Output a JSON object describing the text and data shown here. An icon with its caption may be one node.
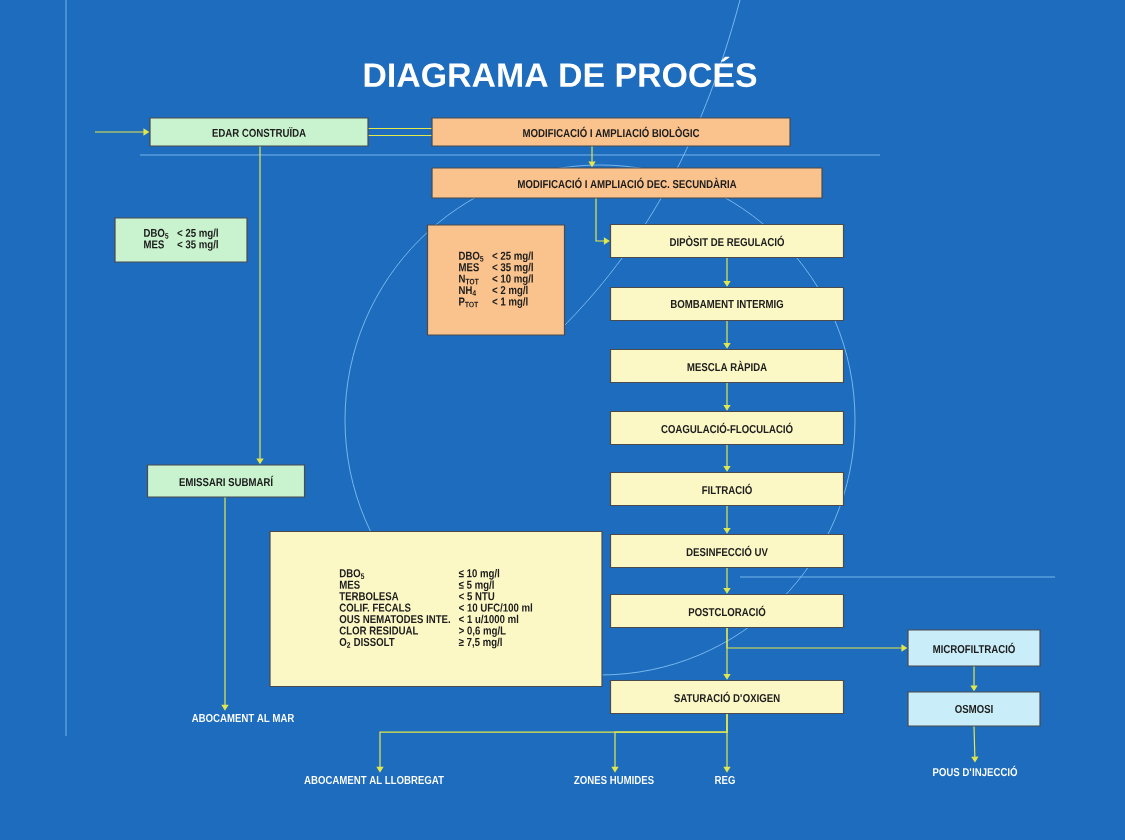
{
  "diagram": {
    "title": "DIAGRAMA DE PROCÉS",
    "nodes": [
      {
        "text": [
          "EDAR CONSTRUÏDA"
        ]
      },
      {
        "text": [
          "MODIFICACIÓ I AMPLIACIÓ BIOLÒGIC"
        ]
      },
      {
        "text": [
          "MODIFICACIÓ I AMPLIACIÓ DEC. SECUNDÀRIA"
        ]
      },
      {
        "text": [
          "DIPÒSIT DE REGULACIÓ"
        ]
      },
      {
        "text": [
          "BOMBAMENT INTERMIG"
        ]
      },
      {
        "text": [
          "MESCLA RÀPIDA"
        ]
      },
      {
        "text": [
          "COAGULACIÓ-FLOCULACIÓ"
        ]
      },
      {
        "text": [
          "FILTRACIÓ"
        ]
      },
      {
        "text": [
          "DESINFECCIÓ UV"
        ]
      },
      {
        "text": [
          "POSTCLORACIÓ"
        ]
      },
      {
        "text": [
          "SATURACIÓ D'OXIGEN"
        ]
      },
      {
        "text": [
          "MICROFILTRACIÓ"
        ]
      },
      {
        "text": [
          "OSMOSI"
        ]
      },
      {
        "text": [
          "EMISSARI SUBMARÍ"
        ]
      },
      {
        "text": [
          "DBO$_{5}$",
          "< 25 mg/l",
          "MES",
          "< 35 mg/l"
        ]
      },
      {
        "text": [
          "DBO$_{5}$",
          "< 25 mg/l",
          "MES",
          "< 35 mg/l",
          "N$_{TOT}$",
          "< 10 mg/l",
          "NH$_{4}$",
          "<  2 mg/l",
          "P$_{TOT}$",
          "<  1 mg/l"
        ]
      },
      {
        "text": [
          "DBO$_{5}$",
          "≤ 10 mg/l",
          "MES",
          "≤ 5 mg/l",
          "TERBOLESA",
          "< 5 NTU",
          "COLIF. FECALS",
          "< 10 UFC/100 ml",
          "OUS NEMATODES INTE.",
          "< 1 u/1000 ml",
          "CLOR RESIDUAL",
          "> 0,6 mg/L",
          "O$_{2}$ DISSOLT",
          "≥ 7,5 mg/l"
        ]
      },
      {
        "text": [
          "ABOCAMENT AL MAR"
        ]
      },
      {
        "text": [
          "ABOCAMENT AL LLOBREGAT"
        ]
      },
      {
        "text": [
          "ZONES HUMIDES"
        ]
      },
      {
        "text": [
          "REG"
        ]
      },
      {
        "text": [
          "POUS D'INJECCIÓ"
        ]
      }
    ],
    "edges": [
      {
        "from": null,
        "to": 0,
        "arrow": "to"
      },
      {
        "from": 0,
        "to": 1,
        "arrow": "none"
      },
      {
        "from": 0,
        "to": 1,
        "arrow": "none"
      },
      {
        "from": 1,
        "to": 2,
        "arrow": "to"
      },
      {
        "from": 2,
        "to": 3,
        "arrow": "to"
      },
      {
        "from": 3,
        "to": 4,
        "arrow": "to"
      },
      {
        "from": 4,
        "to": 5,
        "arrow": "to"
      },
      {
        "from": 5,
        "to": 6,
        "arrow": "to"
      },
      {
        "from": 6,
        "to": 7,
        "arrow": "to"
      },
      {
        "from": 7,
        "to": 8,
        "arrow": "to"
      },
      {
        "from": 8,
        "to": 9,
        "arrow": "to"
      },
      {
        "from": 9,
        "to": 10,
        "arrow": "to"
      },
      {
        "from": 9,
        "to": 11,
        "arrow": "to"
      },
      {
        "from": 11,
        "to": 12,
        "arrow": "to"
      },
      {
        "from": 12,
        "to": 21,
        "arrow": "to"
      },
      {
        "from": 0,
        "to": 13,
        "arrow": "to"
      },
      {
        "from": 13,
        "to": 17,
        "arrow": "to"
      },
      {
        "from": 10,
        "to": 18,
        "arrow": "to"
      },
      {
        "from": 10,
        "to": 19,
        "arrow": "to"
      },
      {
        "from": 10,
        "to": 20,
        "arrow": "to"
      }
    ]
  }
}
